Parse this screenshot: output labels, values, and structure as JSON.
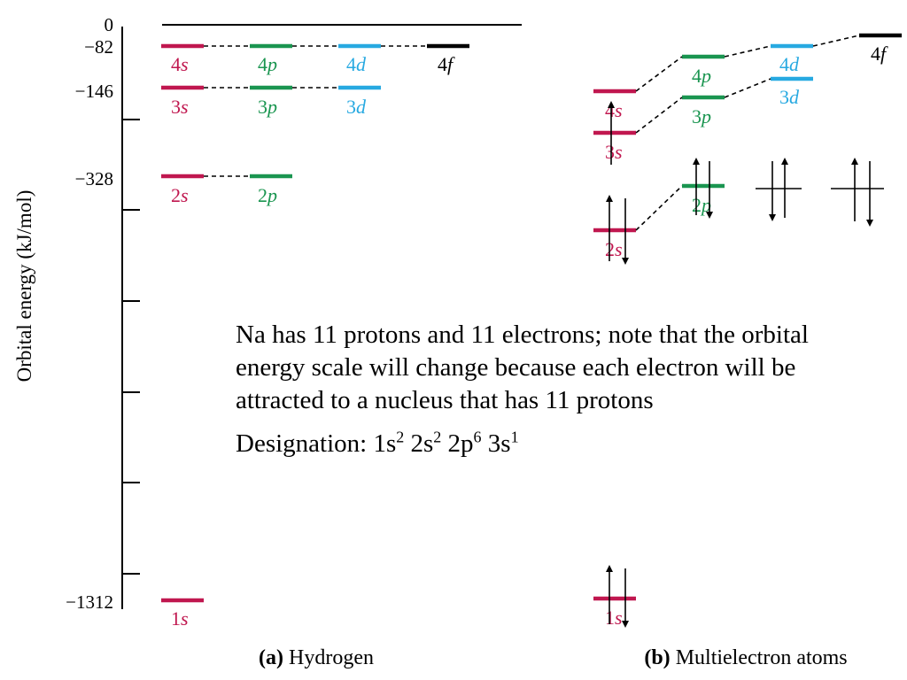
{
  "colors": {
    "s": "#c0174f",
    "p": "#1a9550",
    "d": "#27a9e1",
    "f": "#000000",
    "axis": "#000000"
  },
  "axis": {
    "title": "Orbital energy (kJ/mol)",
    "ticks": [
      "0",
      "−82",
      "−146",
      "−328",
      "−1312"
    ]
  },
  "hydrogen": {
    "caption_bold": "(a)",
    "caption_rest": " Hydrogen",
    "orbitals": [
      {
        "id": "4s",
        "num": "4",
        "letter": "s",
        "type": "s"
      },
      {
        "id": "4p",
        "num": "4",
        "letter": "p",
        "type": "p"
      },
      {
        "id": "4d",
        "num": "4",
        "letter": "d",
        "type": "d"
      },
      {
        "id": "4f",
        "num": "4",
        "letter": "f",
        "type": "f"
      },
      {
        "id": "3s",
        "num": "3",
        "letter": "s",
        "type": "s"
      },
      {
        "id": "3p",
        "num": "3",
        "letter": "p",
        "type": "p"
      },
      {
        "id": "3d",
        "num": "3",
        "letter": "d",
        "type": "d"
      },
      {
        "id": "2s",
        "num": "2",
        "letter": "s",
        "type": "s"
      },
      {
        "id": "2p",
        "num": "2",
        "letter": "p",
        "type": "p"
      },
      {
        "id": "1s",
        "num": "1",
        "letter": "s",
        "type": "s"
      }
    ]
  },
  "multielectron": {
    "caption_bold": "(b)",
    "caption_rest": " Multielectron atoms",
    "orbitals": [
      {
        "id": "4s",
        "num": "4",
        "letter": "s",
        "type": "s"
      },
      {
        "id": "3s",
        "num": "3",
        "letter": "s",
        "type": "s"
      },
      {
        "id": "2s",
        "num": "2",
        "letter": "s",
        "type": "s"
      },
      {
        "id": "1s",
        "num": "1",
        "letter": "s",
        "type": "s"
      },
      {
        "id": "4p",
        "num": "4",
        "letter": "p",
        "type": "p"
      },
      {
        "id": "3p",
        "num": "3",
        "letter": "p",
        "type": "p"
      },
      {
        "id": "2p",
        "num": "2",
        "letter": "p",
        "type": "p"
      },
      {
        "id": "4d",
        "num": "4",
        "letter": "d",
        "type": "d"
      },
      {
        "id": "3d",
        "num": "3",
        "letter": "d",
        "type": "d"
      },
      {
        "id": "4f",
        "num": "4",
        "letter": "f",
        "type": "f"
      }
    ]
  },
  "note": {
    "text": "Na has 11 protons and 11 electrons; note that the orbital energy scale will change because each electron will be attracted to a nucleus that has 11 protons",
    "designation_prefix": "Designation: ",
    "configuration": [
      {
        "orbital": "1s",
        "electrons": "2"
      },
      {
        "orbital": "2s",
        "electrons": "2"
      },
      {
        "orbital": "2p",
        "electrons": "6"
      },
      {
        "orbital": "3s",
        "electrons": "1"
      }
    ]
  }
}
